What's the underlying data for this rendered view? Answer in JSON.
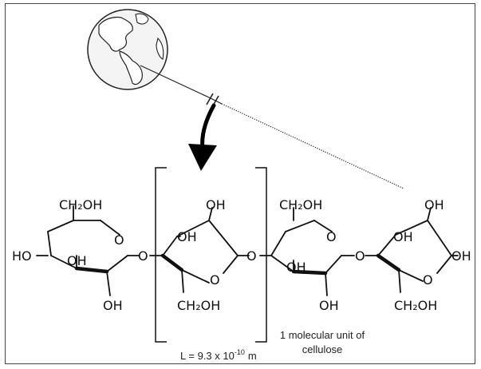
{
  "labels": {
    "unit_caption_line1": "1 molecular unit of",
    "unit_caption_line2": "cellulose",
    "length_prefix": "L = 9.3 x 10",
    "length_exponent": "-10",
    "length_unit": "m"
  },
  "atoms": {
    "ch2oh_top_1": "CH₂OH",
    "ring_o_1": "O",
    "ho_left_1": "HO",
    "oh_inner_1": "OH",
    "oh_bottom_1": "OH",
    "bridge_o_1": "O",
    "oh_top_2": "OH",
    "oh_inner_2": "OH",
    "ring_o_2": "O",
    "ch2oh_bottom_2": "CH₂OH",
    "bridge_o_2": "O",
    "ch2oh_top_3": "CH₂OH",
    "ring_o_3": "O",
    "oh_inner_3": "OH",
    "oh_bottom_3": "OH",
    "bridge_o_3": "O",
    "oh_top_4": "OH",
    "oh_inner_4": "OH",
    "oh_right_4": "OH",
    "ring_o_4": "O",
    "ch2oh_bottom_4": "CH₂OH"
  },
  "colors": {
    "ink": "#111111",
    "globe_fill": "#f4f4f4"
  }
}
